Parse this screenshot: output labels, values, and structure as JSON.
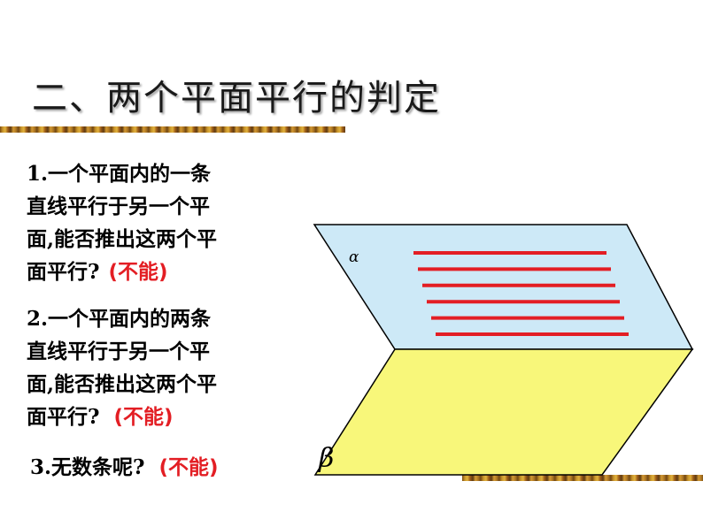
{
  "slide": {
    "title": "二、两个平面平行的判定"
  },
  "questions": [
    {
      "lines": [
        "1.一个平面内的一条",
        "直线平行于另一个平",
        "面,能否推出这两个平",
        "面平行?"
      ],
      "answer": "(不能)"
    },
    {
      "lines": [
        "2.一个平面内的两条",
        "直线平行于另一个平",
        "面,能否推出这两个平",
        "面平行?"
      ],
      "answer": "(不能)"
    },
    {
      "lines": [
        "3.无数条呢?"
      ],
      "answer": "(不能)"
    }
  ],
  "figure": {
    "plane_alpha_label": "α",
    "plane_beta_label": "β",
    "plane_alpha_color": "#cde9f7",
    "plane_beta_color": "#f8f77a",
    "line_color": "#e31e24",
    "parallel_line_count": 6
  }
}
